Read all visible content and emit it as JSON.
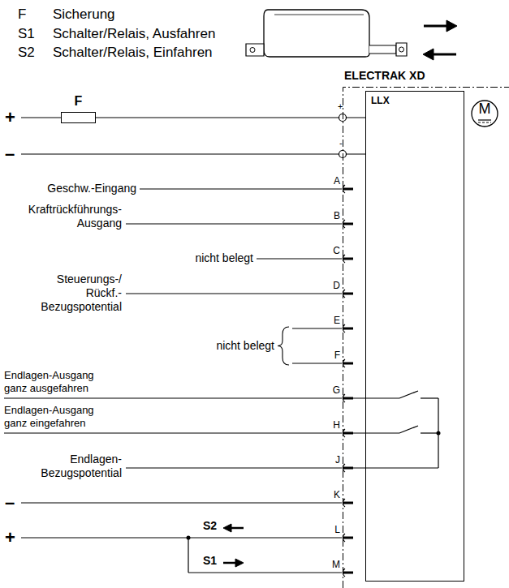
{
  "diagram": {
    "nodes": [
      {
        "text": [
          "F"
        ]
      },
      {
        "text": [
          "ELECTRAK XD"
        ]
      },
      {
        "text": [
          "LLX"
        ],
        "in": 1
      },
      {
        "text": [
          "M"
        ],
        "in": 1
      }
    ],
    "edges": [
      {
        "from": 0,
        "to": 2,
        "arrow": "none"
      }
    ],
    "labels": [
      "F",
      "Sicherung",
      "S1",
      "Schalter/Relais, Ausfahren",
      "S2",
      "Schalter/Relais, Einfahren",
      "+",
      "–",
      "+",
      "-",
      "Geschw.-Eingang",
      "A",
      "Kraftrückführungs- Ausgang",
      "B",
      "nicht belegt",
      "C",
      "Steuerungs-/ Rückf.- Bezugspotential",
      "D",
      "E",
      "nicht belegt",
      "F",
      "Endlagen-Ausgang ganz ausgefahren",
      "G",
      "Endlagen-Ausgang ganz eingefahren",
      "H",
      "Endlagen- Bezugspotential",
      "J",
      "–",
      "K",
      "+",
      "S2",
      "L",
      "S1",
      "M"
    ]
  }
}
